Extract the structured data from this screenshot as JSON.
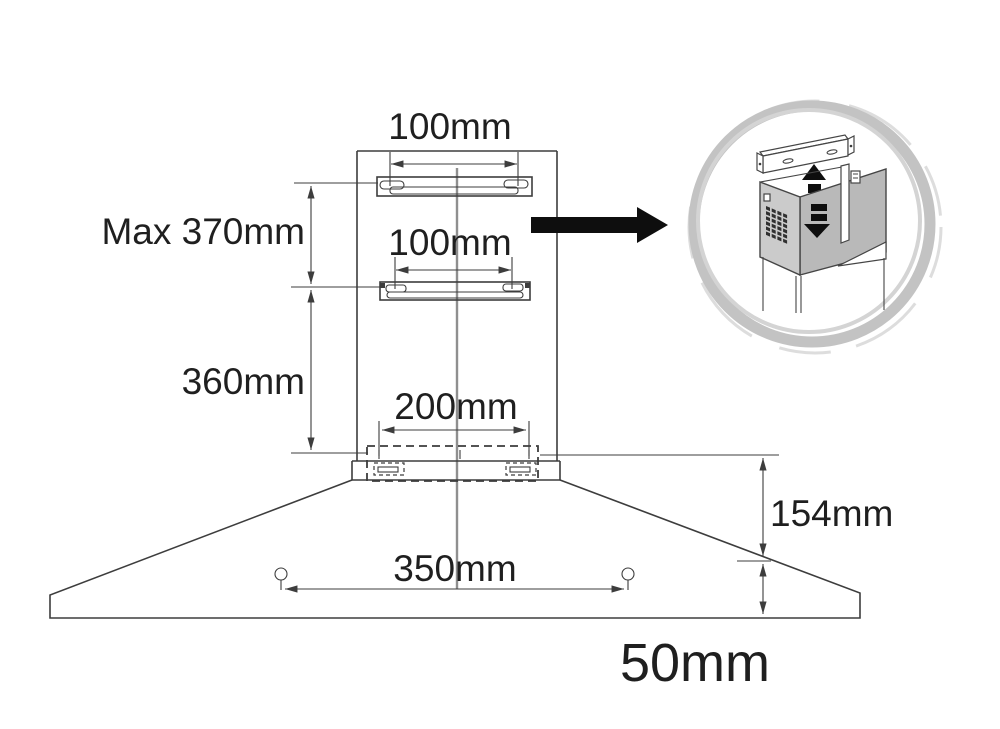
{
  "figure": {
    "dimensions": {
      "upper_bracket_width": "100mm",
      "upper_section_max_height": "Max 370mm",
      "mid_bracket_width": "100mm",
      "lower_section_height": "360mm",
      "base_bracket_width": "200mm",
      "canopy_slope_height": "154mm",
      "base_hole_spacing": "350mm",
      "canopy_rim_height": "50mm"
    },
    "icons": {
      "callout": "right-arrow-icon",
      "detail_up": "up-arrow-icon",
      "detail_down": "down-arrow-icon",
      "mount_holes": "circle-hole-icon",
      "vent": "vent-grille-icon",
      "bracket": "wall-bracket-icon"
    },
    "colors": {
      "background": "#ffffff",
      "line": "#3d3d3d",
      "centerline": "#8f8f8f",
      "text": "#1f1f1f",
      "callout_arrow": "#0e0e0e",
      "detail_ring": "#c3c3c3",
      "detail_face_light": "#cbcbcb",
      "detail_face_dark": "#b9b9b9"
    }
  }
}
